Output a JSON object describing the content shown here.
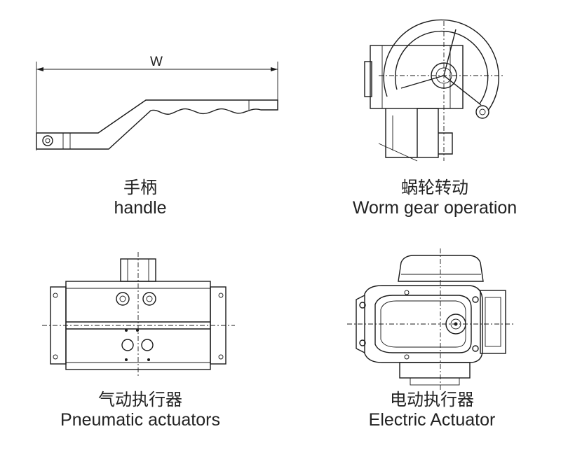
{
  "figures": [
    {
      "id": "handle",
      "dimension_label": "W",
      "label_zh": "手柄",
      "label_en": "handle"
    },
    {
      "id": "worm-gear",
      "label_zh": "蜗轮转动",
      "label_en": "Worm gear operation"
    },
    {
      "id": "pneumatic",
      "label_zh": "气动执行器",
      "label_en": "Pneumatic actuators"
    },
    {
      "id": "electric",
      "label_zh": "电动执行器",
      "label_en": "Electric Actuator"
    }
  ]
}
